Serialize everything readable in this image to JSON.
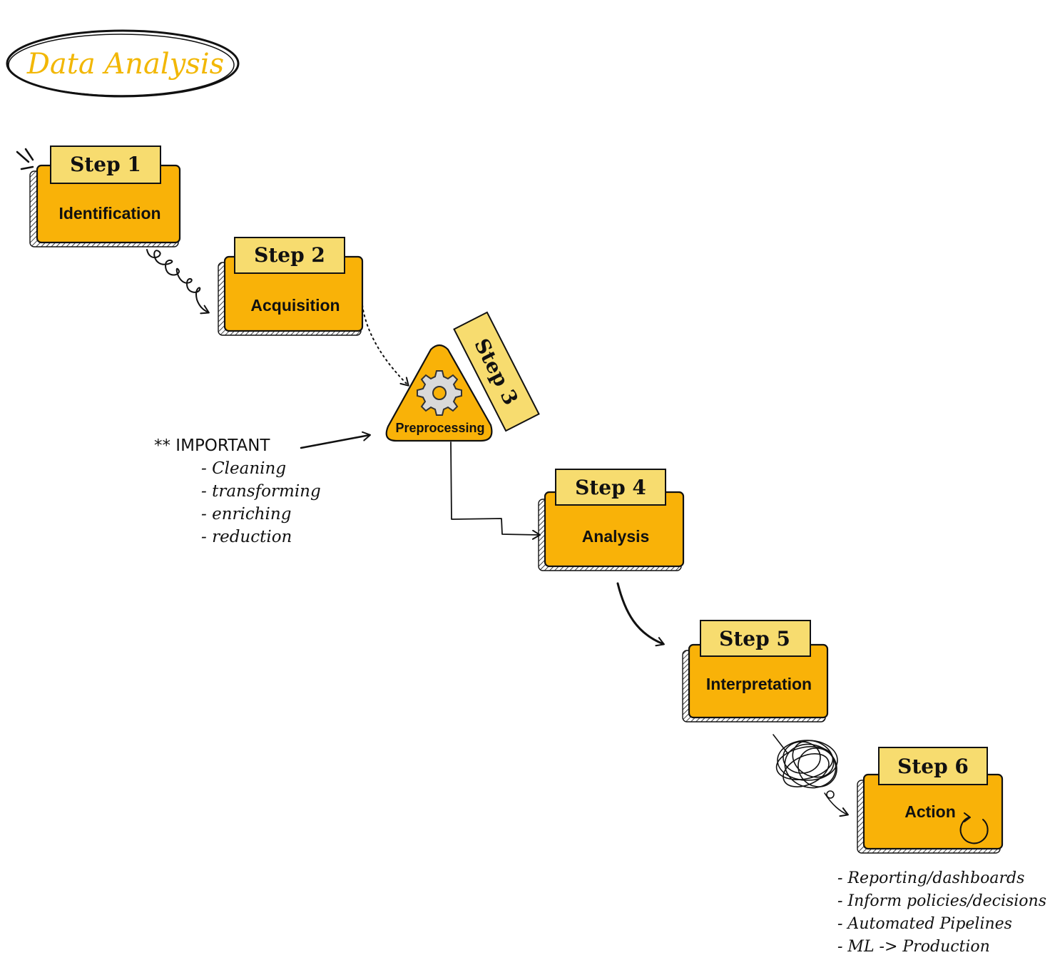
{
  "title": "Data Analysis",
  "steps": [
    {
      "tab": "Step 1",
      "label": "Identification"
    },
    {
      "tab": "Step 2",
      "label": "Acquisition"
    },
    {
      "tab": "Step 3",
      "label": "Preprocessing",
      "icon": "gear-icon"
    },
    {
      "tab": "Step 4",
      "label": "Analysis"
    },
    {
      "tab": "Step 5",
      "label": "Interpretation"
    },
    {
      "tab": "Step 6",
      "label": "Action",
      "icon": "refresh-icon"
    }
  ],
  "important_note": {
    "heading": "** IMPORTANT",
    "items": [
      "- Cleaning",
      "- transforming",
      "- enriching",
      "- reduction"
    ]
  },
  "action_note": {
    "items": [
      "- Reporting/dashboards",
      "- Inform policies/decisions",
      "- Automated Pipelines",
      "- ML -> Production"
    ]
  },
  "colors": {
    "title": "#f2b705",
    "box": "#f9b208",
    "tab": "#f7dc6f",
    "ink": "#111111"
  }
}
